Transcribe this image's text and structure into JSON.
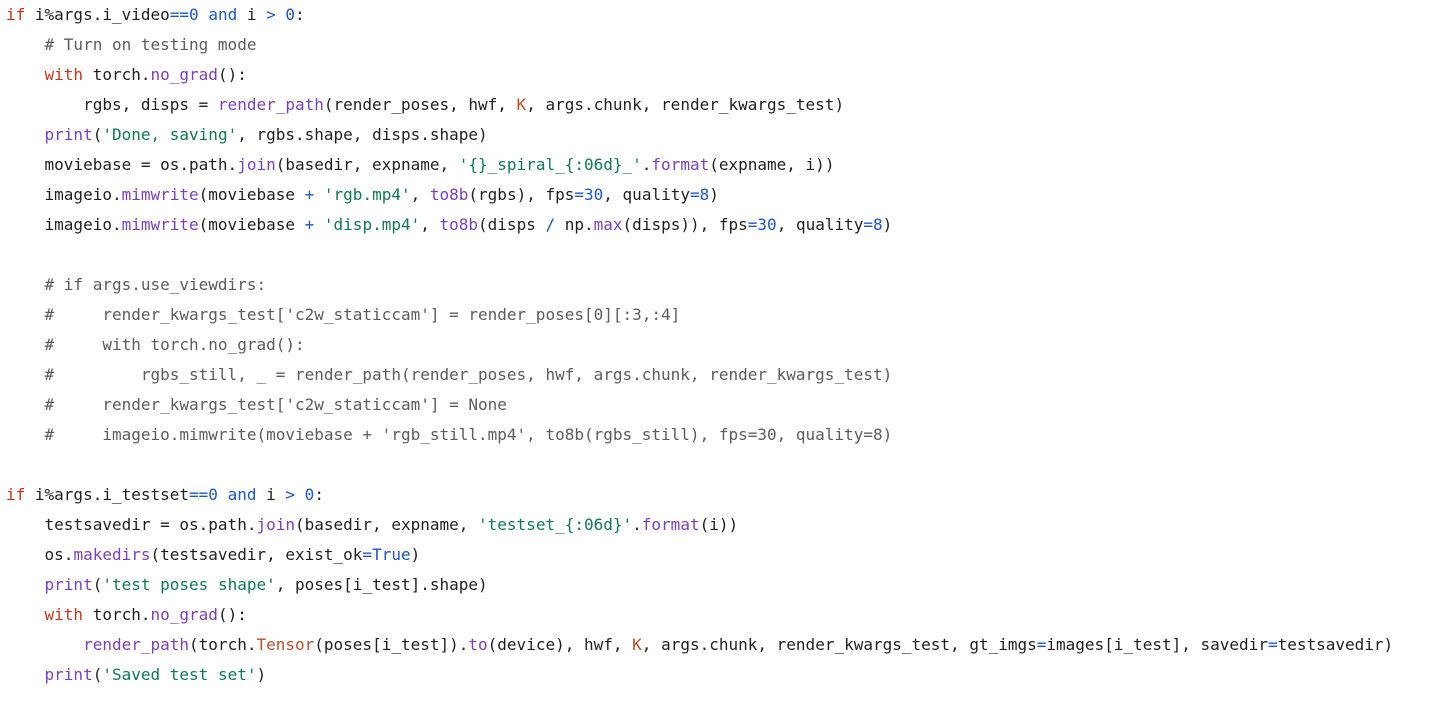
{
  "colors": {
    "background": "#ffffff",
    "default": "#1f1f1f",
    "keyword": "#c6351b",
    "number": "#1c56c9",
    "string": "#0f7a4f",
    "function": "#7a3fbf",
    "class": "#b8512f",
    "constant": "#c04e1e",
    "operator": "#1c56c9",
    "comment": "#5c5c5c"
  },
  "code": {
    "lines": [
      [
        [
          "kw",
          "if"
        ],
        [
          "p",
          " i%args.i_video"
        ],
        [
          "op",
          "=="
        ],
        [
          "num",
          "0"
        ],
        [
          "p",
          " "
        ],
        [
          "op",
          "and"
        ],
        [
          "p",
          " i "
        ],
        [
          "op",
          ">"
        ],
        [
          "p",
          " "
        ],
        [
          "num",
          "0"
        ],
        [
          "p",
          ":"
        ]
      ],
      [
        [
          "p",
          "    "
        ],
        [
          "cmt",
          "# Turn on testing mode"
        ]
      ],
      [
        [
          "p",
          "    "
        ],
        [
          "kw",
          "with"
        ],
        [
          "p",
          " torch."
        ],
        [
          "fn",
          "no_grad"
        ],
        [
          "p",
          "():"
        ]
      ],
      [
        [
          "p",
          "        rgbs, disps = "
        ],
        [
          "fn",
          "render_path"
        ],
        [
          "p",
          "(render_poses, hwf, "
        ],
        [
          "cst",
          "K"
        ],
        [
          "p",
          ", args.chunk, render_kwargs_test)"
        ]
      ],
      [
        [
          "p",
          "    "
        ],
        [
          "fn",
          "print"
        ],
        [
          "p",
          "("
        ],
        [
          "str",
          "'Done, saving'"
        ],
        [
          "p",
          ", rgbs.shape, disps.shape)"
        ]
      ],
      [
        [
          "p",
          "    moviebase = os.path."
        ],
        [
          "fn",
          "join"
        ],
        [
          "p",
          "(basedir, expname, "
        ],
        [
          "str",
          "'{}_spiral_{:06d}_'"
        ],
        [
          "p",
          "."
        ],
        [
          "fn",
          "format"
        ],
        [
          "p",
          "(expname, i))"
        ]
      ],
      [
        [
          "p",
          "    imageio."
        ],
        [
          "fn",
          "mimwrite"
        ],
        [
          "p",
          "(moviebase "
        ],
        [
          "op",
          "+"
        ],
        [
          "p",
          " "
        ],
        [
          "str",
          "'rgb.mp4'"
        ],
        [
          "p",
          ", "
        ],
        [
          "fn",
          "to8b"
        ],
        [
          "p",
          "(rgbs), fps"
        ],
        [
          "op",
          "="
        ],
        [
          "num",
          "30"
        ],
        [
          "p",
          ", quality"
        ],
        [
          "op",
          "="
        ],
        [
          "num",
          "8"
        ],
        [
          "p",
          ")"
        ]
      ],
      [
        [
          "p",
          "    imageio."
        ],
        [
          "fn",
          "mimwrite"
        ],
        [
          "p",
          "(moviebase "
        ],
        [
          "op",
          "+"
        ],
        [
          "p",
          " "
        ],
        [
          "str",
          "'disp.mp4'"
        ],
        [
          "p",
          ", "
        ],
        [
          "fn",
          "to8b"
        ],
        [
          "p",
          "(disps "
        ],
        [
          "op",
          "/"
        ],
        [
          "p",
          " np."
        ],
        [
          "fn",
          "max"
        ],
        [
          "p",
          "(disps)), fps"
        ],
        [
          "op",
          "="
        ],
        [
          "num",
          "30"
        ],
        [
          "p",
          ", quality"
        ],
        [
          "op",
          "="
        ],
        [
          "num",
          "8"
        ],
        [
          "p",
          ")"
        ]
      ],
      [],
      [
        [
          "p",
          "    "
        ],
        [
          "cmt",
          "# if args.use_viewdirs:"
        ]
      ],
      [
        [
          "p",
          "    "
        ],
        [
          "cmt",
          "#     render_kwargs_test['c2w_staticcam'] = render_poses[0][:3,:4]"
        ]
      ],
      [
        [
          "p",
          "    "
        ],
        [
          "cmt",
          "#     with torch.no_grad():"
        ]
      ],
      [
        [
          "p",
          "    "
        ],
        [
          "cmt",
          "#         rgbs_still, _ = render_path(render_poses, hwf, args.chunk, render_kwargs_test)"
        ]
      ],
      [
        [
          "p",
          "    "
        ],
        [
          "cmt",
          "#     render_kwargs_test['c2w_staticcam'] = None"
        ]
      ],
      [
        [
          "p",
          "    "
        ],
        [
          "cmt",
          "#     imageio.mimwrite(moviebase + 'rgb_still.mp4', to8b(rgbs_still), fps=30, quality=8)"
        ]
      ],
      [],
      [
        [
          "kw",
          "if"
        ],
        [
          "p",
          " i%args.i_testset"
        ],
        [
          "op",
          "=="
        ],
        [
          "num",
          "0"
        ],
        [
          "p",
          " "
        ],
        [
          "op",
          "and"
        ],
        [
          "p",
          " i "
        ],
        [
          "op",
          ">"
        ],
        [
          "p",
          " "
        ],
        [
          "num",
          "0"
        ],
        [
          "p",
          ":"
        ]
      ],
      [
        [
          "p",
          "    testsavedir = os.path."
        ],
        [
          "fn",
          "join"
        ],
        [
          "p",
          "(basedir, expname, "
        ],
        [
          "str",
          "'testset_{:06d}'"
        ],
        [
          "p",
          "."
        ],
        [
          "fn",
          "format"
        ],
        [
          "p",
          "(i))"
        ]
      ],
      [
        [
          "p",
          "    os."
        ],
        [
          "fn",
          "makedirs"
        ],
        [
          "p",
          "(testsavedir, exist_ok"
        ],
        [
          "op",
          "="
        ],
        [
          "num",
          "True"
        ],
        [
          "p",
          ")"
        ]
      ],
      [
        [
          "p",
          "    "
        ],
        [
          "fn",
          "print"
        ],
        [
          "p",
          "("
        ],
        [
          "str",
          "'test poses shape'"
        ],
        [
          "p",
          ", poses[i_test].shape)"
        ]
      ],
      [
        [
          "p",
          "    "
        ],
        [
          "kw",
          "with"
        ],
        [
          "p",
          " torch."
        ],
        [
          "fn",
          "no_grad"
        ],
        [
          "p",
          "():"
        ]
      ],
      [
        [
          "p",
          "        "
        ],
        [
          "fn",
          "render_path"
        ],
        [
          "p",
          "(torch."
        ],
        [
          "cls",
          "Tensor"
        ],
        [
          "p",
          "(poses[i_test])."
        ],
        [
          "fn",
          "to"
        ],
        [
          "p",
          "(device), hwf, "
        ],
        [
          "cst",
          "K"
        ],
        [
          "p",
          ", args.chunk, render_kwargs_test, gt_imgs"
        ],
        [
          "op",
          "="
        ],
        [
          "p",
          "images[i_test], savedir"
        ],
        [
          "op",
          "="
        ],
        [
          "p",
          "testsavedir)"
        ]
      ],
      [
        [
          "p",
          "    "
        ],
        [
          "fn",
          "print"
        ],
        [
          "p",
          "("
        ],
        [
          "str",
          "'Saved test set'"
        ],
        [
          "p",
          ")"
        ]
      ]
    ]
  }
}
